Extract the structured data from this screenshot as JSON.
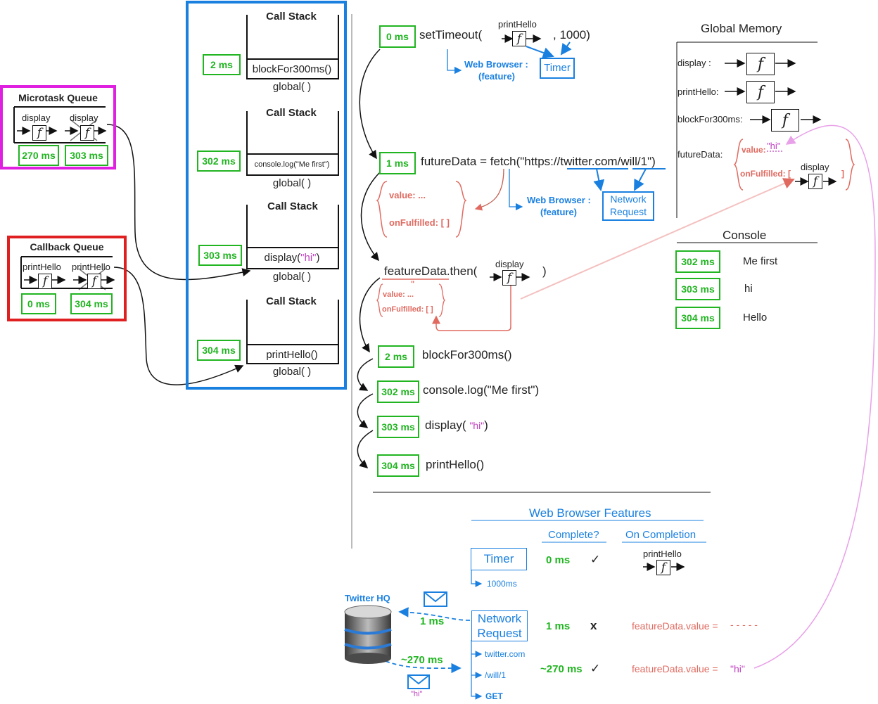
{
  "microtask": {
    "title": "Microtask Queue",
    "fn1": "display",
    "fn2": "display",
    "t1": "270 ms",
    "t2": "303 ms"
  },
  "callback": {
    "title": "Callback Queue",
    "fn1": "printHello",
    "fn2": "printHello",
    "t1": "0 ms",
    "t2": "304 ms"
  },
  "f_symbol": "f",
  "stacks": [
    {
      "title": "Call Stack",
      "time": "2 ms",
      "top": "blockFor300ms()",
      "base": "global( )"
    },
    {
      "title": "Call Stack",
      "time": "302 ms",
      "top": "console.log(\"Me first\")",
      "base": "global( )"
    },
    {
      "title": "Call Stack",
      "time": "303 ms",
      "top_fn": "display(",
      "top_arg": "\"hi\"",
      "top_close": ")",
      "base": "global( )"
    },
    {
      "title": "Call Stack",
      "time": "304 ms",
      "top": "printHello()",
      "base": "global( )"
    }
  ],
  "code": {
    "line1": {
      "time": "0 ms",
      "pre": "setTimeout(",
      "fn_label": "printHello",
      "post": ", 1000)"
    },
    "web_browser": "Web Browser :",
    "feature": "(feature)",
    "timer": "Timer",
    "line2": {
      "time": "1 ms",
      "pre": "futureData = fetch(\"https://",
      "url1": "twitter.com",
      "slash": "/",
      "url2": "will/1",
      "post": "\")"
    },
    "network": [
      "Network",
      "Request"
    ],
    "promise_value": "value: ...",
    "promise_onfulfilled": "onFulfilled: [  ]",
    "line3": {
      "pre": "featureData.then(",
      "fn_label": "display",
      "post": ")"
    },
    "quote_mark": "\"",
    "small_value": "value: ...",
    "small_onfulfilled": "onFulfilled: [  ]"
  },
  "timeline": [
    {
      "time": "2 ms",
      "text": "blockFor300ms()"
    },
    {
      "time": "302 ms",
      "text": "console.log(\"Me first\")"
    },
    {
      "time": "303 ms",
      "fn": "display(",
      "arg": "\"hi\"",
      "close": ")"
    },
    {
      "time": "304 ms",
      "text": "printHello()"
    }
  ],
  "global_memory": {
    "title": "Global Memory",
    "items": [
      "display :",
      "printHello:",
      "blockFor300ms:",
      "futureData:"
    ],
    "value": "value:",
    "hi": "\"hi\"",
    "onfulfilled": "onFulfilled: [",
    "display_label": "display",
    "close": "]"
  },
  "console": {
    "title": "Console",
    "rows": [
      {
        "time": "302 ms",
        "text": "Me first"
      },
      {
        "time": "303 ms",
        "text": "hi"
      },
      {
        "time": "304 ms",
        "text": "Hello"
      }
    ]
  },
  "features": {
    "title": "Web Browser Features",
    "col_complete": "Complete?",
    "col_on_completion": "On Completion",
    "timer": {
      "label": "Timer",
      "detail": "1000ms",
      "time": "0 ms",
      "status": "✓",
      "on_completion": "printHello"
    },
    "network": {
      "label": [
        "Network",
        "Request"
      ],
      "details": [
        "twitter.com",
        "/will/1",
        "GET"
      ],
      "row1": {
        "time": "1 ms",
        "status": "x",
        "text": "featureData.value =",
        "value": "- - - - -"
      },
      "row2": {
        "time": "~270 ms",
        "status": "✓",
        "text": "featureData.value =",
        "value": "\"hi\""
      }
    },
    "server": {
      "label": "Twitter HQ",
      "send_time": "1 ms",
      "recv_time": "~270 ms",
      "recv_payload": "\"hi\""
    }
  },
  "colors": {
    "green": "#21b521",
    "blue": "#1a80e0",
    "magenta": "#e020e0",
    "red": "#e02020",
    "salmon": "#e06a60",
    "purple": "#c040c0"
  }
}
